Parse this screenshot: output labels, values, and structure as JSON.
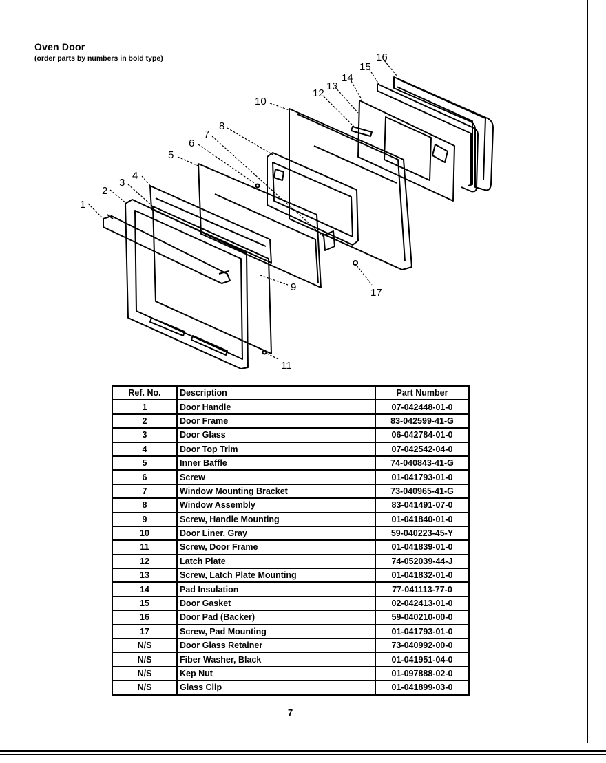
{
  "header": {
    "title": "Oven Door",
    "subtitle": "(order parts by numbers in bold type)"
  },
  "diagram": {
    "callouts": [
      "1",
      "2",
      "3",
      "4",
      "5",
      "6",
      "7",
      "8",
      "9",
      "10",
      "11",
      "12",
      "13",
      "14",
      "15",
      "16",
      "17"
    ]
  },
  "table": {
    "headers": {
      "ref": "Ref. No.",
      "desc": "Description",
      "part": "Part Number"
    },
    "rows": [
      {
        "ref": "1",
        "desc": "Door Handle",
        "part": "07-042448-01-0"
      },
      {
        "ref": "2",
        "desc": "Door Frame",
        "part": "83-042599-41-G"
      },
      {
        "ref": "3",
        "desc": "Door Glass",
        "part": "06-042784-01-0"
      },
      {
        "ref": "4",
        "desc": "Door Top Trim",
        "part": "07-042542-04-0"
      },
      {
        "ref": "5",
        "desc": "Inner Baffle",
        "part": "74-040843-41-G"
      },
      {
        "ref": "6",
        "desc": "Screw",
        "part": "01-041793-01-0"
      },
      {
        "ref": "7",
        "desc": "Window Mounting Bracket",
        "part": "73-040965-41-G"
      },
      {
        "ref": "8",
        "desc": "Window Assembly",
        "part": "83-041491-07-0"
      },
      {
        "ref": "9",
        "desc": "Screw, Handle Mounting",
        "part": "01-041840-01-0"
      },
      {
        "ref": "10",
        "desc": "Door Liner, Gray",
        "part": "59-040223-45-Y"
      },
      {
        "ref": "11",
        "desc": "Screw, Door Frame",
        "part": "01-041839-01-0"
      },
      {
        "ref": "12",
        "desc": "Latch Plate",
        "part": "74-052039-44-J"
      },
      {
        "ref": "13",
        "desc": "Screw, Latch Plate Mounting",
        "part": "01-041832-01-0"
      },
      {
        "ref": "14",
        "desc": "Pad Insulation",
        "part": "77-041113-77-0"
      },
      {
        "ref": "15",
        "desc": "Door Gasket",
        "part": "02-042413-01-0"
      },
      {
        "ref": "16",
        "desc": "Door Pad (Backer)",
        "part": "59-040210-00-0"
      },
      {
        "ref": "17",
        "desc": "Screw, Pad Mounting",
        "part": "01-041793-01-0"
      },
      {
        "ref": "N/S",
        "desc": "Door Glass Retainer",
        "part": "73-040992-00-0"
      },
      {
        "ref": "N/S",
        "desc": "Fiber Washer, Black",
        "part": "01-041951-04-0"
      },
      {
        "ref": "N/S",
        "desc": "Kep Nut",
        "part": "01-097888-02-0"
      },
      {
        "ref": "N/S",
        "desc": "Glass Clip",
        "part": "01-041899-03-0"
      }
    ]
  },
  "footer": {
    "page_number": "7"
  }
}
